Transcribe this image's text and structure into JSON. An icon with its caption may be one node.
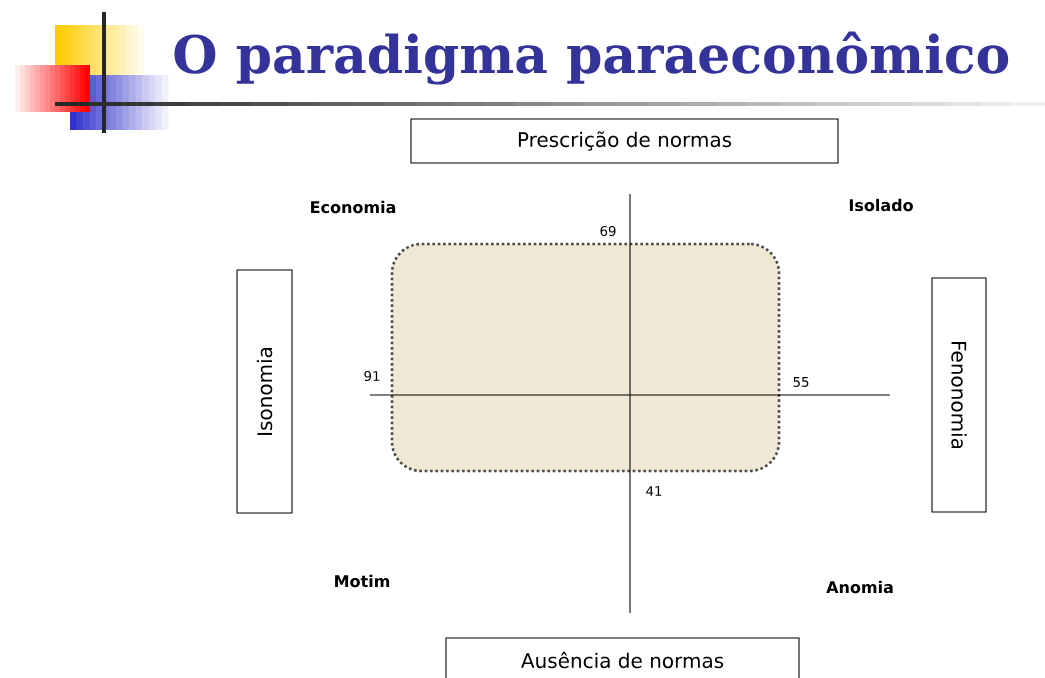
{
  "diagram": {
    "title": "O paradigma paraeconômico",
    "nodes": [
      {
        "text": [
          "Prescrição de normas"
        ]
      },
      {
        "text": [],
        "shape": "box"
      },
      {
        "text": [
          "Isonomia"
        ]
      },
      {
        "text": [
          "Fenonomia"
        ]
      },
      {
        "text": [
          "Ausência de normas"
        ]
      }
    ],
    "labels": [
      "Economia",
      "Isolado",
      "69",
      "91",
      "55",
      "41",
      "Motim",
      "Anomia"
    ]
  }
}
